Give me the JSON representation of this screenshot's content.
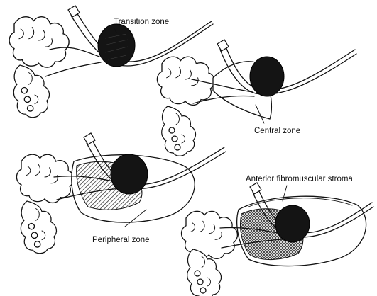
{
  "labels": {
    "transition_zone": "Transition zone",
    "central_zone": "Central zone",
    "peripheral_zone": "Peripheral zone",
    "anterior_stroma": "Anterior fibromuscular stroma"
  },
  "colors": {
    "ink": "#111111",
    "background": "#ffffff",
    "hatch": "#555555"
  }
}
